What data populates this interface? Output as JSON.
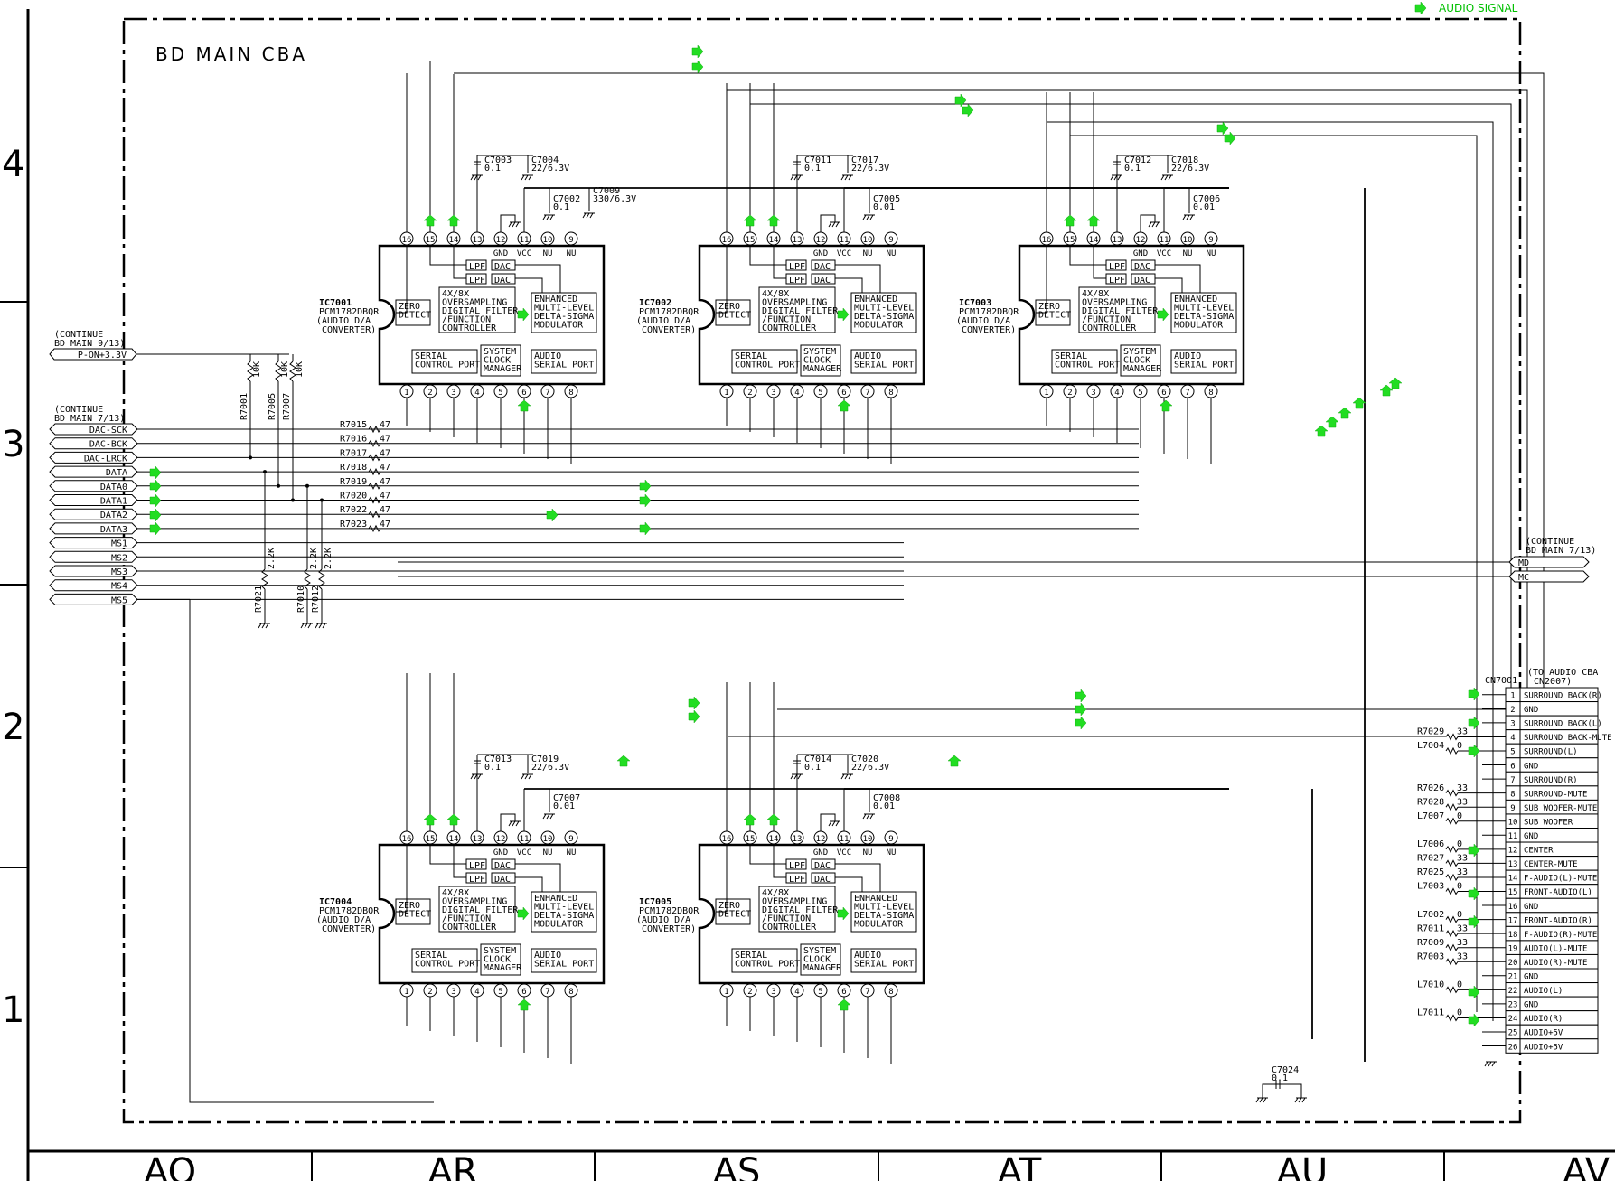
{
  "header": {
    "legend_label": "AUDIO SIGNAL",
    "board_title": "BD MAIN CBA"
  },
  "grid": {
    "rows": [
      "4",
      "3",
      "2",
      "1"
    ],
    "columns": [
      "AQ",
      "AR",
      "AS",
      "AT",
      "AU",
      "AV"
    ]
  },
  "colors": {
    "signal_arrow": "#22dd22",
    "line": "#000000"
  },
  "connectors": {
    "left_continue_a": [
      "(CONTINUE",
      "BD MAIN 9/13)"
    ],
    "left_continue_b": [
      "(CONTINUE",
      "BD MAIN 7/13)"
    ],
    "right_continue": [
      "(CONTINUE",
      "BD MAIN 7/13)"
    ],
    "power": "P-ON+3.3V",
    "left_signals": [
      "DAC-SCK",
      "DAC-BCK",
      "DAC-LRCK",
      "DATA",
      "DATA0",
      "DATA1",
      "DATA2",
      "DATA3",
      "MS1",
      "MS2",
      "MS3",
      "MS4",
      "MS5"
    ],
    "right_signals": [
      "MD",
      "MC"
    ]
  },
  "resistors": {
    "series": [
      "R7015",
      "R7016",
      "R7017",
      "R7018",
      "R7019",
      "R7020",
      "R7022",
      "R7023"
    ],
    "series_value": "47",
    "pullups": [
      {
        "ref": "R7001",
        "val": "10K"
      },
      {
        "ref": "R7005",
        "val": "10K"
      },
      {
        "ref": "R7007",
        "val": "10K"
      }
    ],
    "pulldowns": [
      {
        "ref": "R7021",
        "val": "2.2K"
      },
      {
        "ref": "R7010",
        "val": "2.2K"
      },
      {
        "ref": "R7012",
        "val": "2.2K"
      }
    ]
  },
  "ics": [
    {
      "ref": "IC7001",
      "part": "PCM1782DBQR",
      "desc1": "(AUDIO D/A",
      "desc2": "CONVERTER)",
      "caps": [
        {
          "ref": "C7003",
          "val": "0.1"
        },
        {
          "ref": "C7004",
          "val": "22/6.3V"
        },
        {
          "ref": "C7002",
          "val": "0.1"
        },
        {
          "ref": "C7009",
          "val": "330/6.3V"
        }
      ]
    },
    {
      "ref": "IC7002",
      "part": "PCM1782DBQR",
      "desc1": "(AUDIO D/A",
      "desc2": "CONVERTER)",
      "caps": [
        {
          "ref": "C7011",
          "val": "0.1"
        },
        {
          "ref": "C7017",
          "val": "22/6.3V"
        },
        {
          "ref": "C7005",
          "val": "0.01"
        }
      ]
    },
    {
      "ref": "IC7003",
      "part": "PCM1782DBQR",
      "desc1": "(AUDIO D/A",
      "desc2": "CONVERTER)",
      "caps": [
        {
          "ref": "C7012",
          "val": "0.1"
        },
        {
          "ref": "C7018",
          "val": "22/6.3V"
        },
        {
          "ref": "C7006",
          "val": "0.01"
        }
      ]
    },
    {
      "ref": "IC7004",
      "part": "PCM1782DBQR",
      "desc1": "(AUDIO D/A",
      "desc2": "CONVERTER)",
      "caps": [
        {
          "ref": "C7013",
          "val": "0.1"
        },
        {
          "ref": "C7019",
          "val": "22/6.3V"
        },
        {
          "ref": "C7007",
          "val": "0.01"
        }
      ]
    },
    {
      "ref": "IC7005",
      "part": "PCM1782DBQR",
      "desc1": "(AUDIO D/A",
      "desc2": "CONVERTER)",
      "caps": [
        {
          "ref": "C7014",
          "val": "0.1"
        },
        {
          "ref": "C7020",
          "val": "22/6.3V"
        },
        {
          "ref": "C7008",
          "val": "0.01"
        }
      ]
    }
  ],
  "ic_internals": {
    "top_pins": [
      "16",
      "15",
      "14",
      "13",
      "12",
      "11",
      "10",
      "9"
    ],
    "top_pin_names": [
      "GND",
      "VCC",
      "NU",
      "NU"
    ],
    "bottom_pins": [
      "1",
      "2",
      "3",
      "4",
      "5",
      "6",
      "7",
      "8"
    ],
    "lpf": "LPF",
    "dac": "DAC",
    "zero_detect": [
      "ZERO",
      "DETECT"
    ],
    "filter": [
      "4X/8X",
      "OVERSAMPLING",
      "DIGITAL FILTER",
      "/FUNCTION",
      "CONTROLLER"
    ],
    "modulator": [
      "ENHANCED",
      "MULTI-LEVEL",
      "DELTA-SIGMA",
      "MODULATOR"
    ],
    "serial_control": [
      "SERIAL",
      "CONTROL PORT"
    ],
    "clock": [
      "SYSTEM",
      "CLOCK",
      "MANAGER"
    ],
    "audio_serial": [
      "AUDIO",
      "SERIAL PORT"
    ]
  },
  "cn7001": {
    "ref": "CN7001",
    "dest1": "(TO AUDIO CBA",
    "dest2": "CN2007)",
    "pins": [
      {
        "n": "1",
        "name": "SURROUND BACK(R)"
      },
      {
        "n": "2",
        "name": "GND"
      },
      {
        "n": "3",
        "name": "SURROUND BACK(L)"
      },
      {
        "n": "4",
        "name": "SURROUND BACK-MUTE",
        "part": "R7029",
        "val": "33"
      },
      {
        "n": "5",
        "name": "SURROUND(L)",
        "part": "L7004",
        "val": "0"
      },
      {
        "n": "6",
        "name": "GND"
      },
      {
        "n": "7",
        "name": "SURROUND(R)"
      },
      {
        "n": "8",
        "name": "SURROUND-MUTE",
        "part": "R7026",
        "val": "33"
      },
      {
        "n": "9",
        "name": "SUB WOOFER-MUTE",
        "part": "R7028",
        "val": "33"
      },
      {
        "n": "10",
        "name": "SUB WOOFER",
        "part": "L7007",
        "val": "0"
      },
      {
        "n": "11",
        "name": "GND"
      },
      {
        "n": "12",
        "name": "CENTER",
        "part": "L7006",
        "val": "0"
      },
      {
        "n": "13",
        "name": "CENTER-MUTE",
        "part": "R7027",
        "val": "33"
      },
      {
        "n": "14",
        "name": "F-AUDIO(L)-MUTE",
        "part": "R7025",
        "val": "33"
      },
      {
        "n": "15",
        "name": "FRONT-AUDIO(L)",
        "part": "L7003",
        "val": "0"
      },
      {
        "n": "16",
        "name": "GND"
      },
      {
        "n": "17",
        "name": "FRONT-AUDIO(R)",
        "part": "L7002",
        "val": "0"
      },
      {
        "n": "18",
        "name": "F-AUDIO(R)-MUTE",
        "part": "R7011",
        "val": "33"
      },
      {
        "n": "19",
        "name": "AUDIO(L)-MUTE",
        "part": "R7009",
        "val": "33"
      },
      {
        "n": "20",
        "name": "AUDIO(R)-MUTE",
        "part": "R7003",
        "val": "33"
      },
      {
        "n": "21",
        "name": "GND"
      },
      {
        "n": "22",
        "name": "AUDIO(L)",
        "part": "L7010",
        "val": "0"
      },
      {
        "n": "23",
        "name": "GND"
      },
      {
        "n": "24",
        "name": "AUDIO(R)",
        "part": "L7011",
        "val": "0"
      },
      {
        "n": "25",
        "name": "AUDIO+5V"
      },
      {
        "n": "26",
        "name": "AUDIO+5V"
      }
    ]
  },
  "misc_caps": [
    {
      "ref": "C7024",
      "val": "0.1"
    }
  ]
}
